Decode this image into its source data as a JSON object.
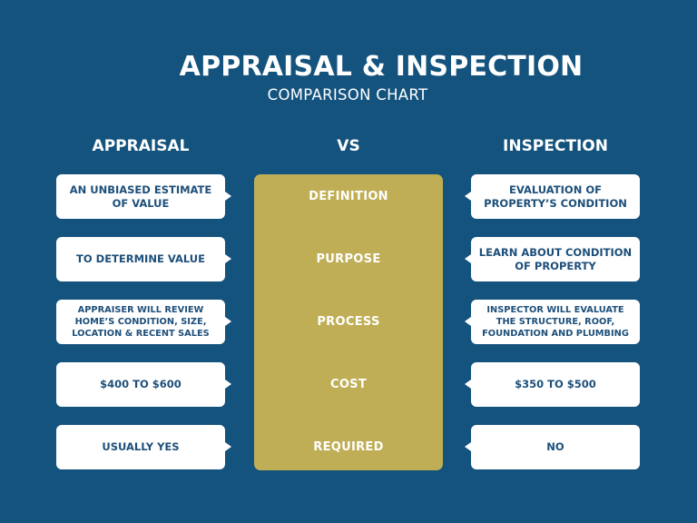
{
  "header": {
    "title": "APPRAISAL & INSPECTION",
    "subtitle": "COMPARISON CHART"
  },
  "columns": {
    "left": "APPRAISAL",
    "middle": "VS",
    "right": "INSPECTION"
  },
  "colors": {
    "background": "#14537e",
    "middle_panel": "#bfae55",
    "bubble": "#ffffff",
    "bubble_text": "#1d4f7a",
    "heading_text": "#ffffff"
  },
  "rows": [
    {
      "category": "DEFINITION",
      "appraisal": "AN UNBIASED ESTIMATE OF VALUE",
      "inspection": "EVALUATION OF PROPERTY’S CONDITION"
    },
    {
      "category": "PURPOSE",
      "appraisal": "TO DETERMINE VALUE",
      "inspection": "LEARN ABOUT CONDITION OF PROPERTY"
    },
    {
      "category": "PROCESS",
      "appraisal": "APPRAISER WILL REVIEW HOME’S CONDITION, SIZE, LOCATION & RECENT SALES",
      "inspection": "INSPECTOR WILL EVALUATE THE STRUCTURE, ROOF, FOUNDATION AND PLUMBING"
    },
    {
      "category": "COST",
      "appraisal": "$400 TO $600",
      "inspection": "$350 TO $500"
    },
    {
      "category": "REQUIRED",
      "appraisal": "USUALLY YES",
      "inspection": "NO"
    }
  ]
}
